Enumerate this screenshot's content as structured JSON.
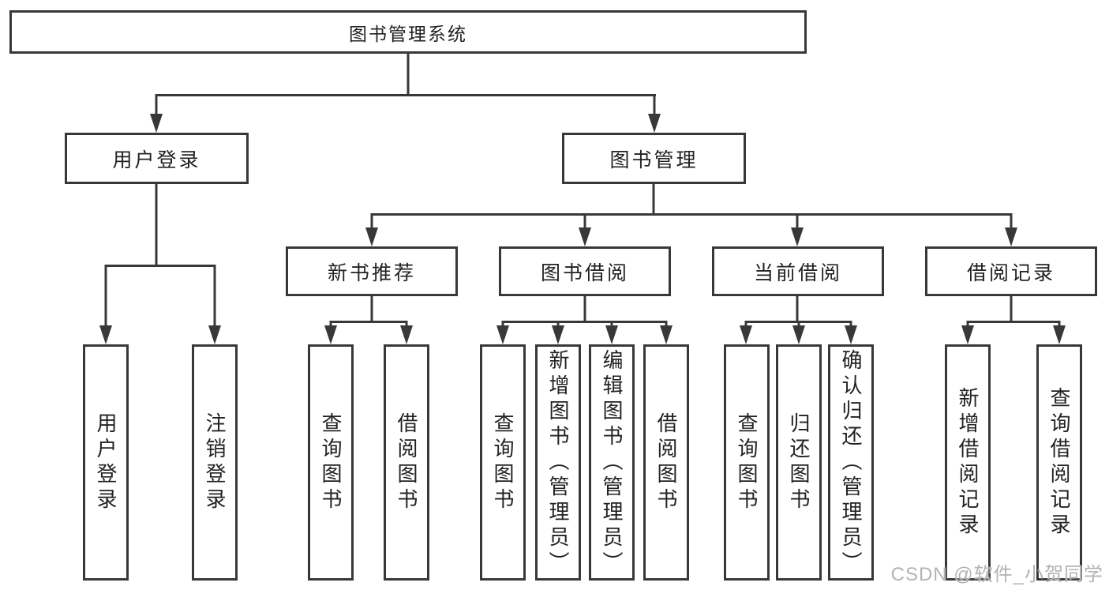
{
  "diagram": {
    "title": "图书管理系统",
    "root": {
      "label": "图书管理系统"
    },
    "level2": [
      {
        "label": "用户登录"
      },
      {
        "label": "图书管理"
      }
    ],
    "level3": [
      {
        "label": "新书推荐",
        "parent": "图书管理"
      },
      {
        "label": "图书借阅",
        "parent": "图书管理"
      },
      {
        "label": "当前借阅",
        "parent": "图书管理"
      },
      {
        "label": "借阅记录",
        "parent": "图书管理"
      }
    ],
    "leaves": [
      {
        "label": "用户登录",
        "parent": "用户登录"
      },
      {
        "label": "注销登录",
        "parent": "用户登录"
      },
      {
        "label": "查询图书",
        "parent": "新书推荐"
      },
      {
        "label": "借阅图书",
        "parent": "新书推荐"
      },
      {
        "label": "查询图书",
        "parent": "图书借阅"
      },
      {
        "label": "新增图书（管理员）",
        "parent": "图书借阅"
      },
      {
        "label": "编辑图书（管理员）",
        "parent": "图书借阅"
      },
      {
        "label": "借阅图书",
        "parent": "图书借阅"
      },
      {
        "label": "查询图书",
        "parent": "当前借阅"
      },
      {
        "label": "归还图书",
        "parent": "当前借阅"
      },
      {
        "label": "确认归还（管理员）",
        "parent": "当前借阅"
      },
      {
        "label": "新增借阅记录",
        "parent": "借阅记录"
      },
      {
        "label": "查询借阅记录",
        "parent": "借阅记录"
      }
    ],
    "colors": {
      "line": "#383838",
      "box_border": "#383838",
      "box_background": "#ffffff",
      "text": "#222222",
      "watermark": "#b3b3b3"
    },
    "watermark": "CSDN @软件_小贺同学"
  }
}
